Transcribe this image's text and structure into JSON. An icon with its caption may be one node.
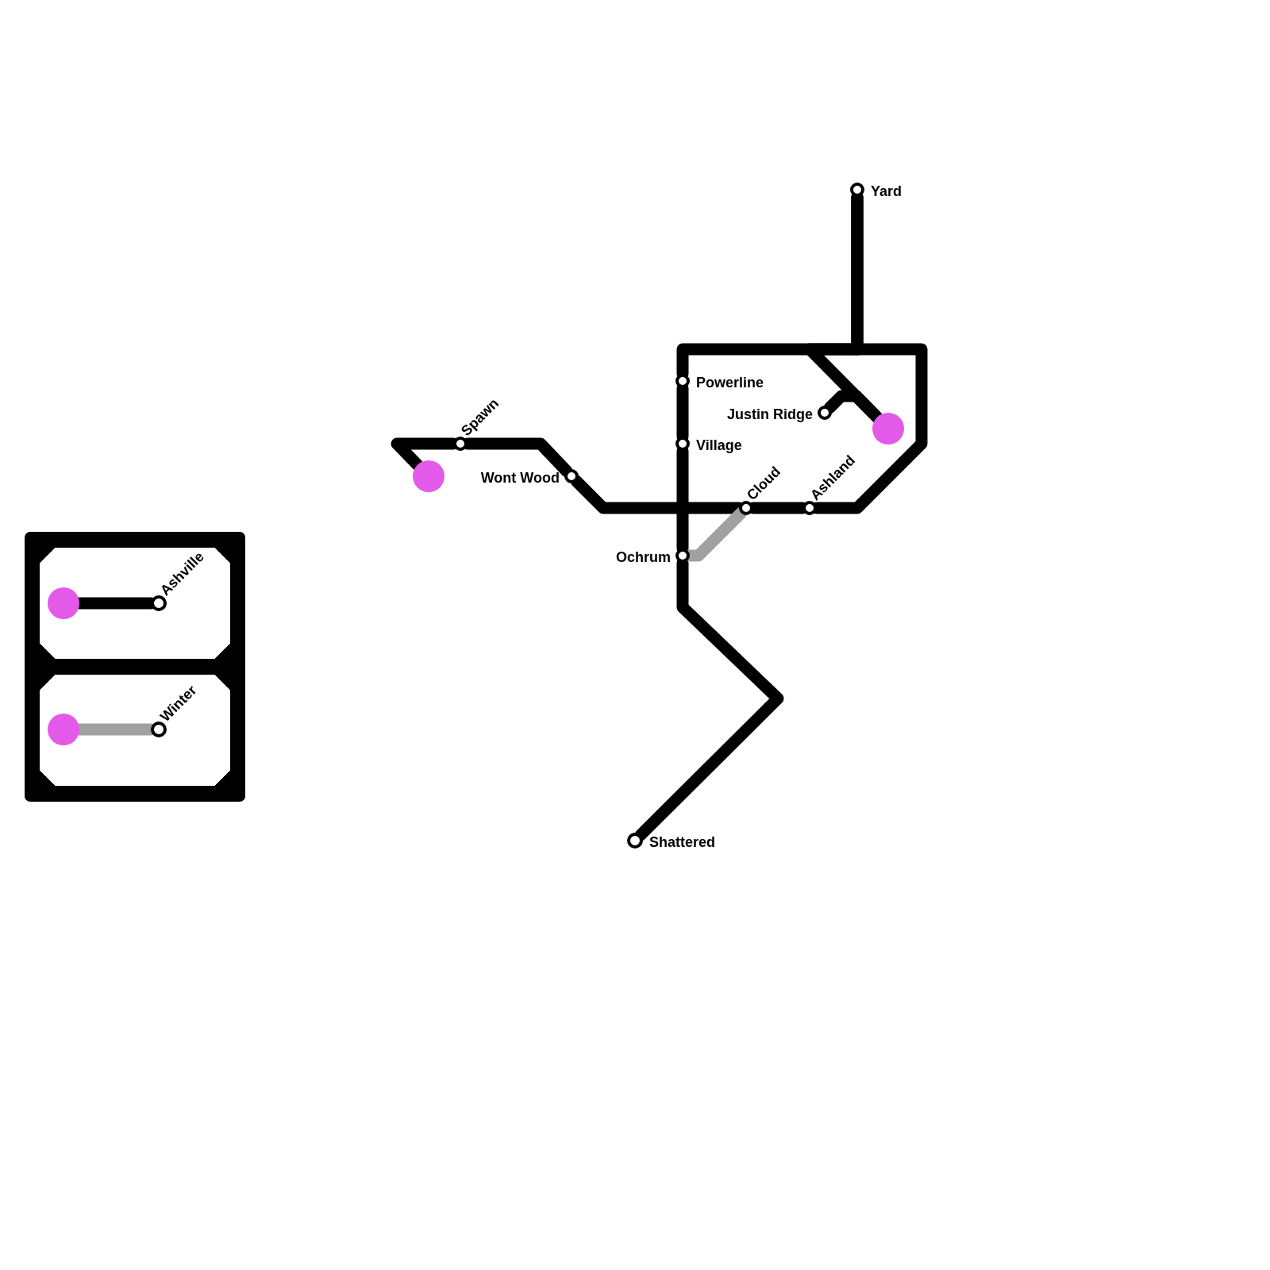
{
  "diagram": {
    "nodes": [
      {
        "text": [
          "Yard"
        ]
      },
      {
        "text": [
          "Powerline"
        ]
      },
      {
        "text": [
          "Justin Ridge"
        ]
      },
      {
        "text": [
          "Village"
        ]
      },
      {
        "text": [
          "Spawn"
        ]
      },
      {
        "text": [
          "Wont Wood"
        ]
      },
      {
        "text": [
          "Cloud"
        ]
      },
      {
        "text": [
          "Ashland"
        ]
      },
      {
        "text": [
          "Ochrum"
        ]
      },
      {
        "text": [
          "Shattered"
        ]
      },
      {
        "text": [],
        "shape": "circle"
      },
      {
        "text": [],
        "shape": "circle"
      },
      {
        "text": [],
        "shape": "box"
      },
      {
        "text": [],
        "shape": "box",
        "in": 12
      },
      {
        "text": [],
        "shape": "box",
        "in": 12
      },
      {
        "text": [],
        "shape": "circle",
        "in": 13
      },
      {
        "text": [
          "Ashville"
        ],
        "in": 13
      },
      {
        "text": [],
        "shape": "circle",
        "in": 14
      },
      {
        "text": [
          "Winter"
        ],
        "in": 14
      }
    ],
    "edges": [
      {
        "from": 10,
        "to": 4,
        "arrow": "none"
      },
      {
        "from": 4,
        "to": 5,
        "arrow": "none"
      },
      {
        "from": 5,
        "to": 6,
        "arrow": "none"
      },
      {
        "from": 6,
        "to": 7,
        "arrow": "none"
      },
      {
        "from": 7,
        "to": 0,
        "arrow": "none"
      },
      {
        "from": 0,
        "to": 1,
        "arrow": "none"
      },
      {
        "from": 1,
        "to": 3,
        "arrow": "none"
      },
      {
        "from": 3,
        "to": 8,
        "arrow": "none"
      },
      {
        "from": 8,
        "to": 9,
        "arrow": "none"
      },
      {
        "from": 0,
        "to": 11,
        "arrow": "none"
      },
      {
        "from": 2,
        "to": 11,
        "arrow": "none"
      },
      {
        "from": 8,
        "to": 6,
        "arrow": "none",
        "color": "#a0a0a0"
      },
      {
        "from": 15,
        "to": 16,
        "arrow": "none"
      },
      {
        "from": 17,
        "to": 18,
        "arrow": "none",
        "color": "#a0a0a0"
      }
    ]
  }
}
